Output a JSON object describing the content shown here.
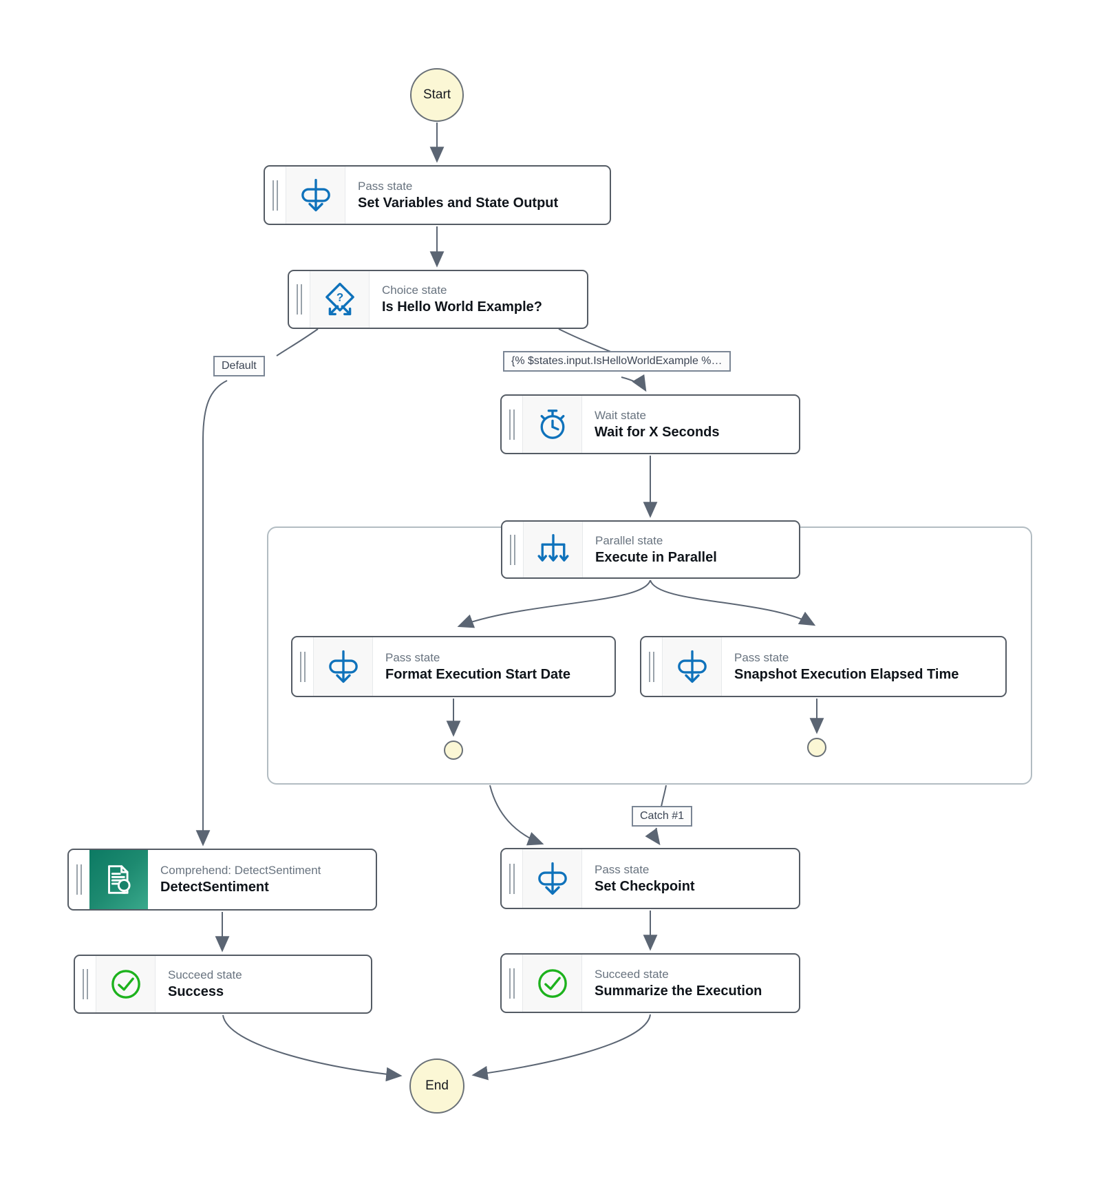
{
  "diagram": {
    "start_label": "Start",
    "end_label": "End",
    "edge_labels": {
      "default": "Default",
      "choice_condition": "{% $states.input.IsHelloWorldExample %…",
      "catch": "Catch #1"
    },
    "nodes": {
      "set_variables": {
        "type": "Pass state",
        "title": "Set Variables and State Output",
        "icon": "pass-icon"
      },
      "choice": {
        "type": "Choice state",
        "title": "Is Hello World Example?",
        "icon": "choice-icon"
      },
      "wait": {
        "type": "Wait state",
        "title": "Wait for X Seconds",
        "icon": "wait-icon"
      },
      "parallel": {
        "type": "Parallel state",
        "title": "Execute in Parallel",
        "icon": "parallel-icon"
      },
      "format_date": {
        "type": "Pass state",
        "title": "Format Execution Start Date",
        "icon": "pass-icon"
      },
      "snapshot_time": {
        "type": "Pass state",
        "title": "Snapshot Execution Elapsed Time",
        "icon": "pass-icon"
      },
      "set_checkpoint": {
        "type": "Pass state",
        "title": "Set Checkpoint",
        "icon": "pass-icon"
      },
      "summarize": {
        "type": "Succeed state",
        "title": "Summarize the Execution",
        "icon": "succeed-icon"
      },
      "detect_sentiment": {
        "type": "Comprehend: DetectSentiment",
        "title": "DetectSentiment",
        "icon": "comprehend-icon"
      },
      "success": {
        "type": "Succeed state",
        "title": "Success",
        "icon": "succeed-icon"
      }
    },
    "colors": {
      "state_icon_blue": "#0f72bb",
      "succeed_green": "#1db21d",
      "comprehend_teal_start": "#0c7a63",
      "comprehend_teal_end": "#3aa98c",
      "terminal_fill": "#fbf7d5",
      "edge_gray": "#5b6573",
      "node_border": "#545b64"
    }
  }
}
